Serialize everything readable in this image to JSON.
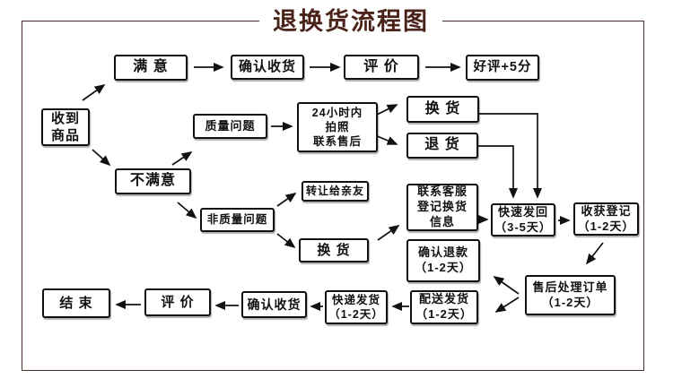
{
  "title": "退换货流程图",
  "colors": {
    "title": "#4a241a",
    "frame_border": "#463029",
    "box_border": "#111111",
    "line": "#111111"
  },
  "nodes": {
    "received_goods": "收到\n商品",
    "satisfied": "满 意",
    "confirm_receipt_top": "确认收货",
    "evaluate_top": "评 价",
    "good_review": "好评+5分",
    "quality_issue": "质量问题",
    "within_24h": "24小时内\n拍照\n联系售后",
    "exchange_right": "换 货",
    "return_goods": "退 货",
    "unsatisfied": "不满意",
    "non_quality_issue": "非质量问题",
    "transfer_to_friends": "转让给亲友",
    "exchange_mid": "换 货",
    "contact_service": "联系客服\n登记换货\n信息",
    "fast_sendback": "快速发回\n（3-5天）",
    "receipt_register": "收获登记\n（1-2天）",
    "confirm_refund": "确认退款\n（1-2天）",
    "aftersales_process": "售后处理订单\n（1-2天）",
    "delivery_dispatch": "配送发货\n（1-2天）",
    "express_dispatch": "快递发货\n（1-2天）",
    "confirm_receipt_bottom": "确认收货",
    "evaluate_bottom": "评 价",
    "end": "结 束"
  }
}
